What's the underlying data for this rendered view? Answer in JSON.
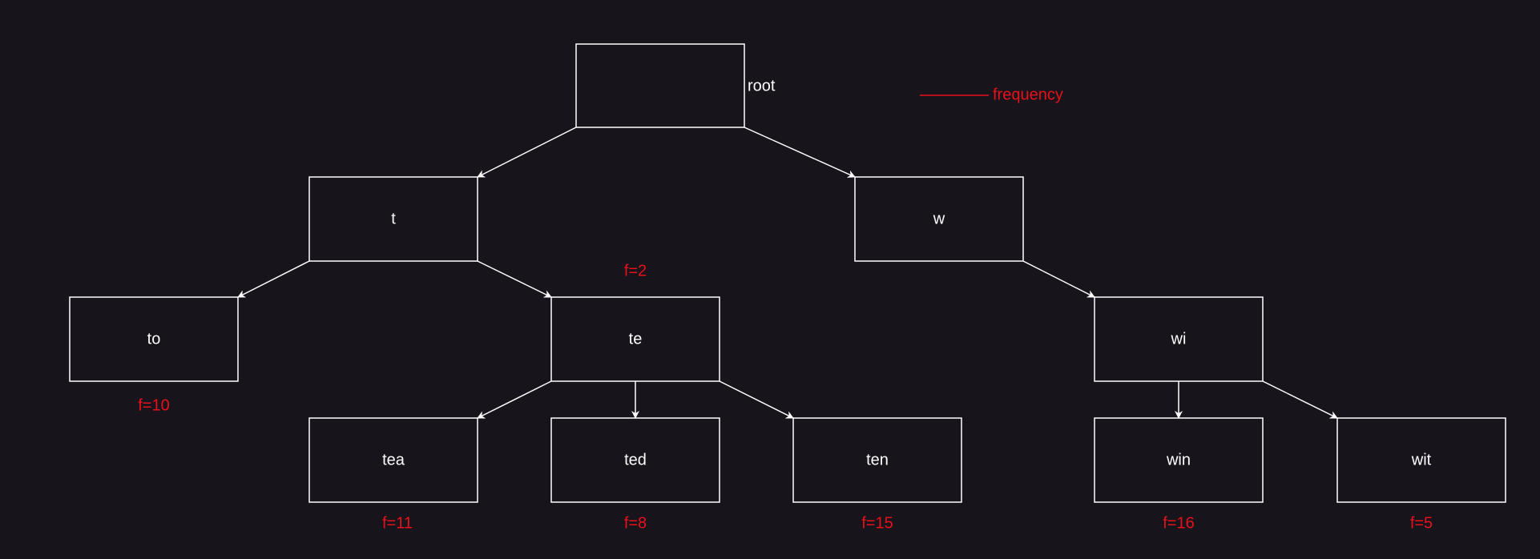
{
  "colors": {
    "background": "#18141c",
    "node_stroke": "#ffffff",
    "node_text": "#ffffff",
    "frequency": "#e8111b"
  },
  "legend": {
    "label": "frequency"
  },
  "root_label": "root",
  "nodes": {
    "root": {
      "label": ""
    },
    "t": {
      "label": "t"
    },
    "w": {
      "label": "w"
    },
    "to": {
      "label": "to",
      "frequency": "f=10"
    },
    "te": {
      "label": "te",
      "frequency": "f=2"
    },
    "wi": {
      "label": "wi"
    },
    "tea": {
      "label": "tea",
      "frequency": "f=11"
    },
    "ted": {
      "label": "ted",
      "frequency": "f=8"
    },
    "ten": {
      "label": "ten",
      "frequency": "f=15"
    },
    "win": {
      "label": "win",
      "frequency": "f=16"
    },
    "wit": {
      "label": "wit",
      "frequency": "f=5"
    }
  },
  "edges": [
    [
      "root",
      "t"
    ],
    [
      "root",
      "w"
    ],
    [
      "t",
      "to"
    ],
    [
      "t",
      "te"
    ],
    [
      "w",
      "wi"
    ],
    [
      "te",
      "tea"
    ],
    [
      "te",
      "ted"
    ],
    [
      "te",
      "ten"
    ],
    [
      "wi",
      "win"
    ],
    [
      "wi",
      "wit"
    ]
  ]
}
